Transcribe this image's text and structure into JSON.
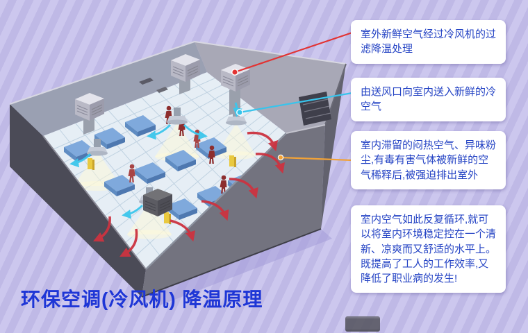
{
  "page": {
    "title": "环保空调(冷风机) 降温原理"
  },
  "callouts": [
    {
      "text": "室外新鲜空气经过冷风机的过滤降温处理",
      "pointer_color": "#e23333"
    },
    {
      "text": "由送风口向室内送入新鲜的冷空气",
      "pointer_color": "#38c4ec"
    },
    {
      "text": "室内滞留的闷热空气、异味粉尘,有毒有害气体被新鲜的空气稀释后,被强迫排出室外",
      "pointer_color": "#f2a237"
    },
    {
      "text": "室内空气如此反复循环,就可以将室内环境稳定控在一个清新、凉爽而又舒适的水平上。既提高了工人的工作效率,又降低了职业病的发生!",
      "pointer_color": ""
    }
  ],
  "colors": {
    "background_stripe_a": "#ccc7ee",
    "background_stripe_b": "#bfb9e6",
    "callout_background": "#ffffff",
    "callout_text": "#2443c4",
    "title_text": "#1e36d6",
    "supply_air": "#3cc6ec",
    "exhaust_air": "#cc3340"
  }
}
